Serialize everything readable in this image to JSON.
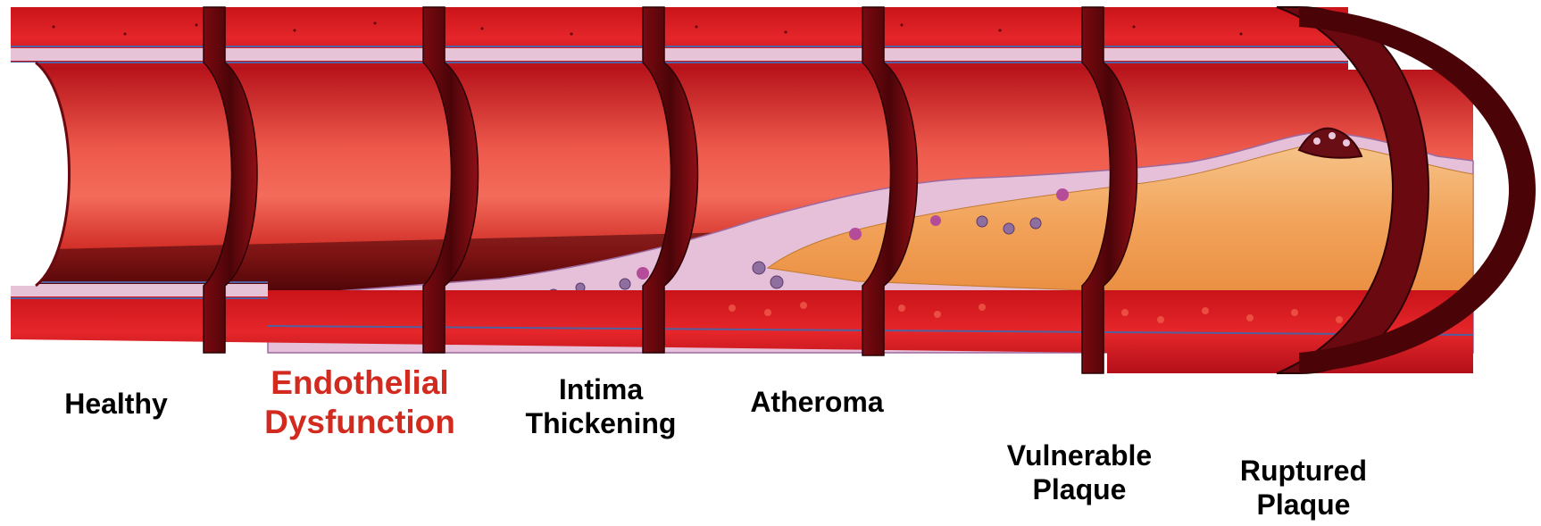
{
  "stages": [
    {
      "label_lines": [
        "Healthy"
      ],
      "highlighted": false
    },
    {
      "label_lines": [
        "Endothelial",
        "Dysfunction"
      ],
      "highlighted": true
    },
    {
      "label_lines": [
        "Intima",
        "Thickening"
      ],
      "highlighted": false
    },
    {
      "label_lines": [
        "Atheroma"
      ],
      "highlighted": false
    },
    {
      "label_lines": [
        "Vulnerable",
        "Plaque"
      ],
      "highlighted": false
    },
    {
      "label_lines": [
        "Ruptured",
        "Plaque"
      ],
      "highlighted": false
    }
  ],
  "colors": {
    "vessel_wall": "#d8161a",
    "wall_dark": "#8a0a0e",
    "lumen": "#e84a3e",
    "intima": "#e9c7dd",
    "plaque_core": "#f0a050",
    "highlight_label": "#d22a1e",
    "label": "#000000"
  }
}
